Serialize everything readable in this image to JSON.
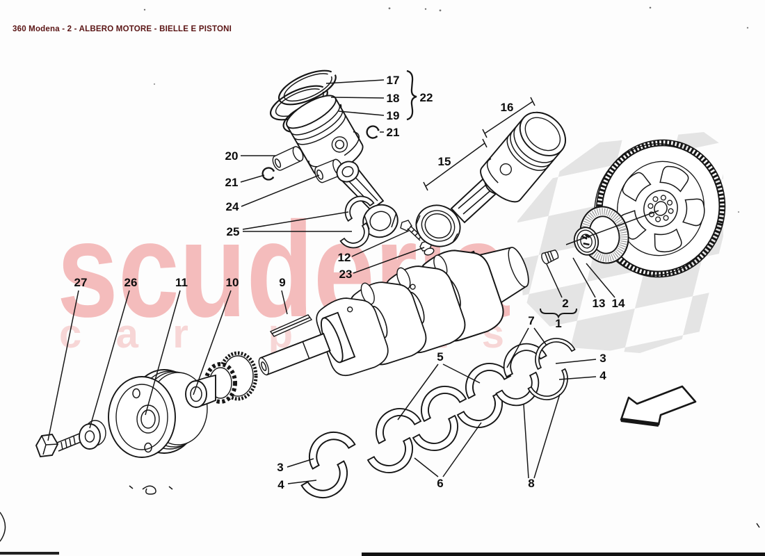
{
  "header": {
    "title": "360 Modena - 2 - ALBERO MOTORE - BIELLE E PISTONI"
  },
  "watermark": {
    "word1": "scuderia",
    "word2": "car parts"
  },
  "colors": {
    "title_text": "#5a1414",
    "watermark_primary": "#f4bcbc",
    "watermark_secondary": "#f7d6d6",
    "checker": "#e4e4e4",
    "line_art": "#161616",
    "background": "#fdfdfd"
  },
  "callouts": {
    "c17": "17",
    "c18": "18",
    "c19": "19",
    "c22": "22",
    "c21a": "21",
    "c20": "20",
    "c21b": "21",
    "c24": "24",
    "c25": "25",
    "c12": "12",
    "c23": "23",
    "c15": "15",
    "c16": "16",
    "c1": "1",
    "c2": "2",
    "c13": "13",
    "c14": "14",
    "c27": "27",
    "c26": "26",
    "c11": "11",
    "c10": "10",
    "c9": "9",
    "c5": "5",
    "c6": "6",
    "c7": "7",
    "c8": "8",
    "c3r": "3",
    "c4r": "4",
    "c3l": "3",
    "c4l": "4"
  }
}
